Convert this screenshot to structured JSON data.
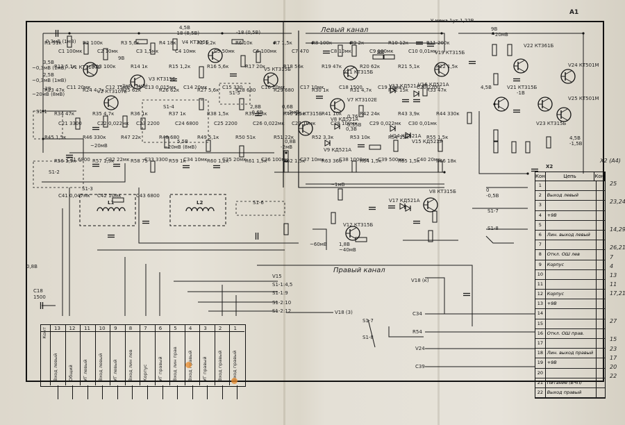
{
  "title_block": {
    "sheet_id": "А1",
    "note": "У мена 1ут 1,22В",
    "left_channel": "Левый канал",
    "right_channel": "Правый канал",
    "right_channel_bottom": "X2 (А4)"
  },
  "transistors_left": [
    {
      "ref": "V1",
      "type": "КТ3107Е"
    },
    {
      "ref": "V2",
      "type": "КТ3107Е"
    },
    {
      "ref": "V3",
      "type": "КТ315Б"
    },
    {
      "ref": "V4",
      "type": "КТ315Б"
    },
    {
      "ref": "V5",
      "type": "КТ315Б"
    },
    {
      "ref": "V6",
      "type": "КТ315Б"
    },
    {
      "ref": "V7",
      "type": "КТ3102Е"
    },
    {
      "ref": "V11",
      "type": "КТ315Б"
    },
    {
      "ref": "V19",
      "type": "КТ315Б"
    }
  ],
  "transistors_right": [
    {
      "ref": "V22",
      "type": "КТ361Б"
    },
    {
      "ref": "V21",
      "type": "КТ315Б"
    },
    {
      "ref": "V23",
      "type": "КТ315Б"
    },
    {
      "ref": "V24",
      "type": "КТ501М"
    },
    {
      "ref": "V25",
      "type": "КТ501М"
    }
  ],
  "transistors_bottom": [
    {
      "ref": "V8",
      "type": "КТ315Б"
    },
    {
      "ref": "V12",
      "type": "КТ315Б"
    }
  ],
  "diodes": [
    {
      "ref": "V8",
      "type": "КД521А"
    },
    {
      "ref": "V9",
      "type": "КД521А"
    },
    {
      "ref": "V13",
      "type": "КД521А"
    },
    {
      "ref": "V14",
      "type": "КД521А"
    },
    {
      "ref": "V15",
      "type": "КД521А"
    },
    {
      "ref": "V16",
      "type": "КД521А"
    },
    {
      "ref": "V17",
      "type": "КД521А"
    }
  ],
  "voltages": [
    "3,5В",
    "~0,3мВ (1мВ)",
    "2,5В",
    "~0,3мВ (1мВ)",
    "-2В",
    "~20мВ (8мВ)",
    "4,5В",
    "-18 (8,5В)",
    "-18 (0,5В)",
    "~3мВ (1мВ)",
    "9В",
    "~20мВ",
    "0,3мВ (1мВ)",
    "5,5В",
    "~20мВ (8мВ)",
    "0,8В",
    "~60мВ",
    "1,8В",
    "~40мВ",
    "~1мВ",
    "2,8В",
    "-0,6В",
    "0,6В",
    "~3мВ",
    "0,8В",
    "-2мВ",
    "0,76",
    "0,35В",
    "0,3В",
    "4,5В",
    "-1В",
    "0",
    "-0,5В",
    "9В",
    "~20мВ",
    "4,5В",
    "-1,5В"
  ],
  "resistors": [
    "R1 51к",
    "R2 100к",
    "R3 5,6к",
    "R4 18к",
    "R5 1,2к",
    "R6 10к",
    "R7 1,5к",
    "R8 100к",
    "R9 2к",
    "R10 12к",
    "R11 200к",
    "R12 5,1к",
    "R13 100к",
    "R14 1к",
    "R15 1,2к",
    "R16 5,6к",
    "R17 20к",
    "R18 56к",
    "R19 47к",
    "R20 62к",
    "R21 5,1к",
    "R22 1,5к",
    "R23 47к",
    "R24 4,7к",
    "R25 62к",
    "R26 62к",
    "R27 5,6к",
    "R28 680",
    "R29 680",
    "R30 1к",
    "R31 4,7к",
    "R32 15к",
    "R33 47к",
    "R34 47к",
    "R35 4,7к",
    "R36 1к",
    "R37 1к",
    "R38 1,5к",
    "R39 3,3к",
    "R40 1,5к",
    "R41 10к",
    "R42 24к",
    "R43 3,9к",
    "R44 330к",
    "R45 1,5к",
    "R46 330к",
    "R47 22к",
    "R48 680",
    "R49 5,1к",
    "R50 51к",
    "R51 22к",
    "R52 3,3к",
    "R53 10к",
    "R54 15к",
    "R55 1,5к",
    "R56 1,5к",
    "R57 1,5к",
    "R58 75",
    "R59 1к",
    "R60 1,2к",
    "R61 1,5к",
    "R62 1,5к",
    "R63 360",
    "R64 1,5к",
    "R65 1,5к",
    "R66 18к"
  ],
  "capacitors": [
    "C1 100мк",
    "C2 10мк",
    "C3 1,5мк",
    "C4 10мк",
    "C5 50мк",
    "C6 100мк",
    "C7 470",
    "C8 10мк",
    "C9 100мк",
    "C10 0,01мк",
    "C11 20мк",
    "C12 15мк",
    "C13 0,015мк",
    "C14 20мк",
    "C15 330",
    "C16 20мк",
    "C17 10мк",
    "C18 1500",
    "C19 10мк",
    "C20 2200",
    "C21 3300",
    "C22 0,022мк",
    "C23 2200",
    "C24 6800",
    "C25 2200",
    "C26 0,022мк",
    "C27 10мк",
    "C28 100мк",
    "C29 0,022мк",
    "C30 0,01мк",
    "C31 6800",
    "C32 22мк",
    "C33 3300",
    "C34 10мк",
    "C35 20мк",
    "C36 100мк",
    "C37 10мк",
    "C38 1000мк",
    "C39 500мк",
    "C40 20мк",
    "C41 0,047мк",
    "C42 10мк",
    "C43 6800"
  ],
  "coils": [
    {
      "ref": "L1"
    },
    {
      "ref": "L2"
    }
  ],
  "switches": [
    "S1-1",
    "S1-2",
    "S1-3",
    "S1-4",
    "S1-5",
    "S1-6",
    "S1-7",
    "S1-8"
  ],
  "right_links": [
    "V15",
    "S1-1:4,5",
    "S1-1:9",
    "S1-2:10",
    "S1-2:12",
    "V18 (3)",
    "V18 (к)",
    "C34",
    "R54",
    "V24",
    "C39",
    "S1-7",
    "S1-8"
  ],
  "connector_x2": {
    "header": {
      "contact": "Конт",
      "circuit": "Цепь",
      "contact2": "Конт"
    },
    "label": "X2",
    "rows": [
      {
        "n": "1",
        "name": "",
        "side": "25"
      },
      {
        "n": "2",
        "name": "Выход левый",
        "side": ""
      },
      {
        "n": "3",
        "name": "",
        "side": "23,24"
      },
      {
        "n": "4",
        "name": "+9В",
        "side": ""
      },
      {
        "n": "5",
        "name": "",
        "side": ""
      },
      {
        "n": "6",
        "name": "Лин. выход левый",
        "side": "14,29"
      },
      {
        "n": "7",
        "name": "",
        "side": ""
      },
      {
        "n": "8",
        "name": "Откл. ОШ лев",
        "side": "26,21"
      },
      {
        "n": "9",
        "name": "Корпус",
        "side": "7"
      },
      {
        "n": "10",
        "name": "",
        "side": "4"
      },
      {
        "n": "11",
        "name": "",
        "side": "13"
      },
      {
        "n": "12",
        "name": "Корпус",
        "side": "11"
      },
      {
        "n": "13",
        "name": "+9В",
        "side": "17,21"
      },
      {
        "n": "14",
        "name": "",
        "side": ""
      },
      {
        "n": "15",
        "name": "",
        "side": ""
      },
      {
        "n": "16",
        "name": "Откл. ОШ прав.",
        "side": "27"
      },
      {
        "n": "17",
        "name": "",
        "side": ""
      },
      {
        "n": "18",
        "name": "Лин. выход правый",
        "side": "15"
      },
      {
        "n": "19",
        "name": "+9В",
        "side": "23"
      },
      {
        "n": "20",
        "name": "",
        "side": "17"
      },
      {
        "n": "21",
        "name": "Питание (ВЧП)",
        "side": "20"
      },
      {
        "n": "22",
        "name": "Выход правый",
        "side": "22"
      }
    ]
  },
  "connector_x1": {
    "rows_label": "Конт",
    "names": [
      "Вход левый",
      "Общий",
      "УГ левый",
      "Вход левый",
      "УГ левый",
      "Вход лин лев",
      "Корпус",
      "УГ правый",
      "Вход лин прав",
      "Вход правый",
      "УГ правый",
      "Вход правый",
      "Вход правый"
    ],
    "numbers": [
      "1",
      "2",
      "3",
      "4",
      "5",
      "6",
      "7",
      "8",
      "9",
      "10",
      "11",
      "12",
      "13"
    ]
  },
  "misc": {
    "c18_label": "C18",
    "c18_value": "1500",
    "x2_a4": "X2 (А4)",
    "s1_3": "S1-3",
    "s1_4": "S1-4",
    "s1_5": "S1-5",
    "s1_6": "S1-6"
  }
}
